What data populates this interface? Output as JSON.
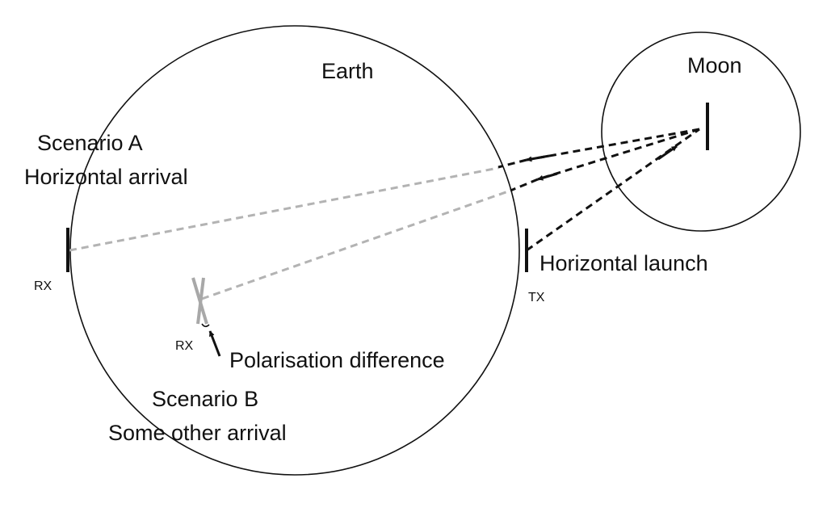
{
  "labels": {
    "earth": "Earth",
    "moon": "Moon",
    "scenario_a_title": "Scenario A",
    "scenario_a_sub": "Horizontal arrival",
    "scenario_b_title": "Scenario B",
    "scenario_b_sub": "Some other arrival",
    "rx_a": "RX",
    "rx_b": "RX",
    "tx": "TX",
    "horizontal_launch": "Horizontal launch",
    "polarisation_difference": "Polarisation difference"
  },
  "colors": {
    "line": "#111111",
    "path_gray": "#b3b3b3",
    "antenna_gray": "#a8a8a8"
  }
}
